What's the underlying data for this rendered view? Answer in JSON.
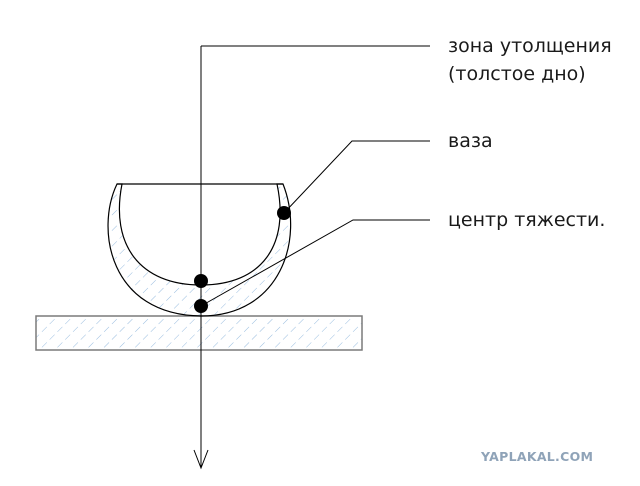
{
  "labels": {
    "thick_zone_line1": "зона утолщения",
    "thick_zone_line2": "(толстое дно)",
    "vase": "ваза",
    "center_of_gravity": "центр тяжести."
  },
  "watermark": "YAPLAKAL.COM",
  "colors": {
    "line": "#000000",
    "hatch": "#8cb4dc",
    "base_border": "#7a7a7a",
    "dot": "#000000",
    "watermark": "#8fa3b8"
  }
}
